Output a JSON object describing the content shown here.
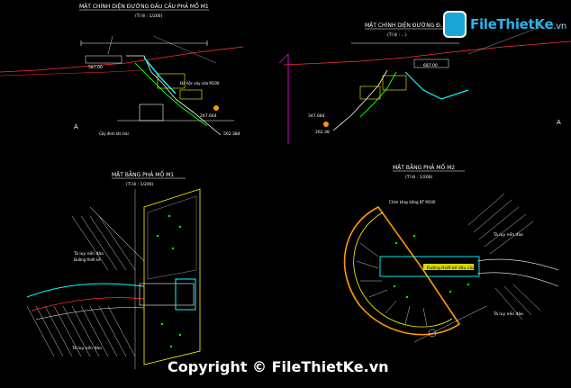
{
  "watermark": {
    "brand": "FileThietKe",
    "tld": ".vn",
    "copyright": "Copyright © FileThietKe.vn"
  },
  "panels": {
    "top_left": {
      "title": "MẶT CHÍNH DIỆN ĐƯỜNG ĐẦU CẦU PHẢ MỐ M1",
      "scale": "(Tỉ lệ : 1/200)"
    },
    "top_right": {
      "title": "MẶT CHÍNH DIỆN ĐƯỜNG Đ...",
      "scale": "(Tỉ lệ : ...)"
    },
    "bottom_left": {
      "title": "MẶT BẰNG PHẢ MỐ M1",
      "scale": "(Tỉ lệ : 1/200)"
    },
    "bottom_right": {
      "title": "MẶT BẰNG PHẢ MỐ M2",
      "scale": "(Tỉ lệ : 1/200)"
    }
  },
  "annotations": {
    "tl_level_1": "587.00",
    "tl_level_2": "247.664",
    "tl_level_3": "562.384",
    "tl_mark_a": "A",
    "tl_note": "Cây đinh lát mái",
    "tl_note2": "Đá hộc xây vữa M100",
    "tr_level_1": "687.00",
    "tr_level_2": "347.684",
    "tr_level_3": "262.38",
    "bl_note": "Tà luy nền đào",
    "bl_note2": "Đường thiết kế",
    "br_note": "Tà luy nền đào",
    "br_note2": "Chân khay bằng BT M100",
    "br_highlight": "Đường thiết kế dấu cầu"
  },
  "colors": {
    "background": "#000000",
    "line_white": "#ffffff",
    "line_yellow": "#ffff00",
    "line_green": "#00ff00",
    "line_red": "#ff3030",
    "line_cyan": "#00ffff",
    "line_orange": "#ff9900",
    "line_magenta": "#ff00ff"
  }
}
